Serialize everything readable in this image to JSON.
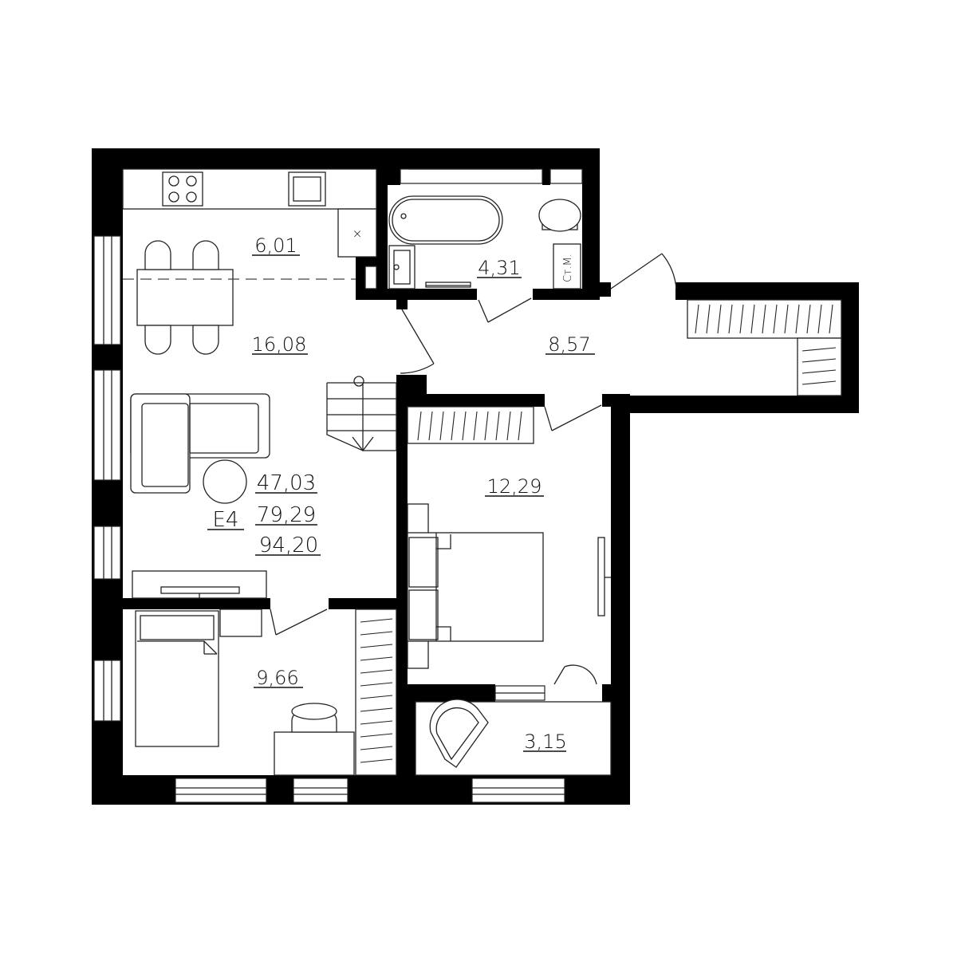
{
  "plan": {
    "unit_code": "Е4",
    "totals": [
      "47,03",
      "79,29",
      "94,20"
    ],
    "rooms": {
      "kitchen": "6,01",
      "living": "16,08",
      "bathroom": "4,31",
      "hall": "8,57",
      "bedroom": "12,29",
      "bedroom_small": "9,66",
      "balcony": "3,15"
    },
    "marks": {
      "riser": "Ст.М.",
      "vent": "×"
    },
    "colors": {
      "wall": "#000000",
      "line": "#222222",
      "background": "#ffffff"
    }
  }
}
